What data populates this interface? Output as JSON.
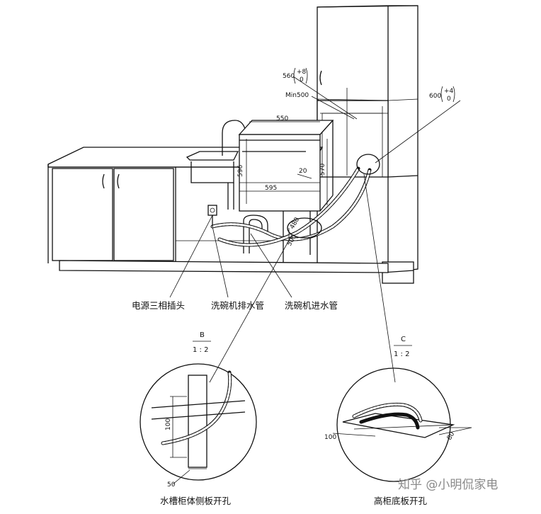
{
  "dimensions": {
    "w560": "560",
    "w560_tol_plus": "+8",
    "w560_tol_zero": "0",
    "min500": "Min500",
    "w600": "600",
    "w600_tol_plus": "+4",
    "w600_tol_zero": "0",
    "w550": "550",
    "h596": "596",
    "h570": "570",
    "d20": "20",
    "w595": "595",
    "d480": "480",
    "d500": "500",
    "detail_b_100": "100",
    "detail_b_50": "50",
    "detail_c_100": "100",
    "detail_c_80": "80"
  },
  "labels": {
    "power_socket": "电源三相插头",
    "drain_hose": "洗碗机排水管",
    "inlet_hose": "洗碗机进水管",
    "detail_b_caption": "水槽柜体侧板开孔",
    "detail_c_caption": "高柜底板开孔"
  },
  "details": {
    "b_letter": "B",
    "b_scale": "1 : 2",
    "c_letter": "C",
    "c_scale": "1 : 2"
  },
  "watermark": "知乎 @小明侃家电"
}
